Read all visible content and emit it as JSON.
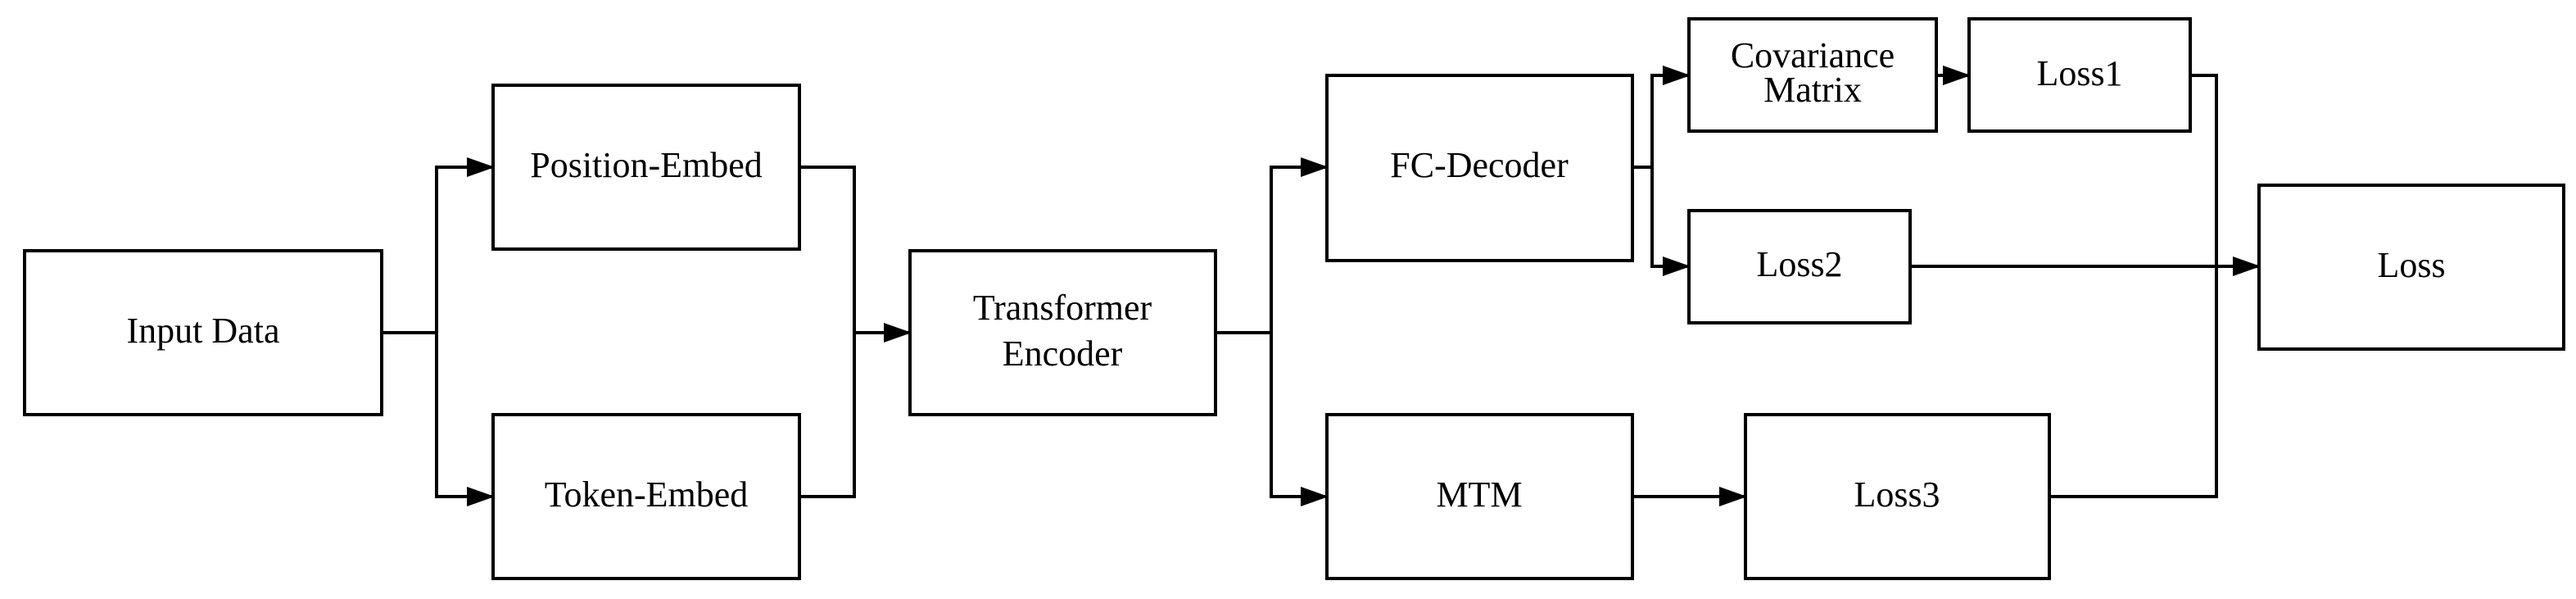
{
  "diagram": {
    "nodes": {
      "input_data": "Input Data",
      "position_embed": "Position-Embed",
      "token_embed": "Token-Embed",
      "transformer_line1": "Transformer",
      "transformer_line2": "Encoder",
      "fc_decoder": "FC-Decoder",
      "mtm": "MTM",
      "covariance_line1": "Covariance",
      "covariance_line2": "Matrix",
      "loss1": "Loss1",
      "loss2": "Loss2",
      "loss3": "Loss3",
      "loss": "Loss"
    },
    "edges": [
      {
        "from": "input_data",
        "to": "position_embed"
      },
      {
        "from": "input_data",
        "to": "token_embed"
      },
      {
        "from": "position_embed",
        "to": "transformer_encoder"
      },
      {
        "from": "token_embed",
        "to": "transformer_encoder"
      },
      {
        "from": "transformer_encoder",
        "to": "fc_decoder"
      },
      {
        "from": "transformer_encoder",
        "to": "mtm"
      },
      {
        "from": "fc_decoder",
        "to": "covariance_matrix"
      },
      {
        "from": "fc_decoder",
        "to": "loss2"
      },
      {
        "from": "covariance_matrix",
        "to": "loss1"
      },
      {
        "from": "mtm",
        "to": "loss3"
      },
      {
        "from": "loss1",
        "to": "loss"
      },
      {
        "from": "loss2",
        "to": "loss"
      },
      {
        "from": "loss3",
        "to": "loss"
      }
    ],
    "colors": {
      "stroke": "#000000",
      "fill": "#ffffff",
      "background": "#ffffff"
    }
  }
}
